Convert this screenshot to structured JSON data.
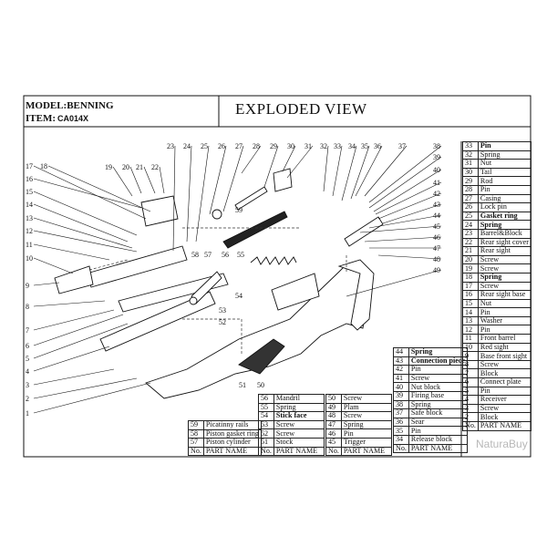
{
  "header": {
    "model_label": "MODEL:BENNING",
    "item_label": "ITEM:",
    "item_code": "CA014X",
    "title": "EXPLODED VIEW"
  },
  "left_callouts": [
    "17",
    "18",
    "16",
    "15",
    "14",
    "13",
    "12",
    "11",
    "10",
    "9",
    "8",
    "7",
    "6",
    "5",
    "4",
    "3",
    "2",
    "1"
  ],
  "top_callouts": [
    "19",
    "20",
    "21",
    "22",
    "23",
    "24",
    "25",
    "26",
    "27",
    "28",
    "29",
    "30",
    "31",
    "32",
    "33",
    "34",
    "35",
    "36",
    "37",
    "38"
  ],
  "right_callouts": [
    "39",
    "40",
    "41",
    "42",
    "43",
    "44",
    "45",
    "46",
    "47",
    "48",
    "49"
  ],
  "inner_callouts": [
    "58",
    "57",
    "56",
    "55",
    "54",
    "53",
    "52",
    "51",
    "50",
    "59"
  ],
  "tables": {
    "table_a": [
      {
        "no": "59",
        "name": "Picatinny rails"
      },
      {
        "no": "58",
        "name": "Piston gasket ring"
      },
      {
        "no": "57",
        "name": "Piston cylinder"
      },
      {
        "no": "No.",
        "name": "PART NAME"
      }
    ],
    "table_b": [
      {
        "no": "56",
        "name": "Mandril"
      },
      {
        "no": "55",
        "name": "Spring"
      },
      {
        "no": "54",
        "name": "Stick face",
        "bold": true
      },
      {
        "no": "53",
        "name": "Screw"
      },
      {
        "no": "52",
        "name": "Screw"
      },
      {
        "no": "51",
        "name": "Stock"
      },
      {
        "no": "No.",
        "name": "PART NAME"
      }
    ],
    "table_c": [
      {
        "no": "50",
        "name": "Screw"
      },
      {
        "no": "49",
        "name": "Plam"
      },
      {
        "no": "48",
        "name": "Screw"
      },
      {
        "no": "47",
        "name": "Spring"
      },
      {
        "no": "46",
        "name": "Pin"
      },
      {
        "no": "45",
        "name": "Trigger"
      },
      {
        "no": "No.",
        "name": "PART NAME"
      }
    ],
    "table_d": [
      {
        "no": "44",
        "name": "Spring",
        "bold": true
      },
      {
        "no": "43",
        "name": "Connection piece",
        "bold": true
      },
      {
        "no": "42",
        "name": "Pin"
      },
      {
        "no": "41",
        "name": "Screw"
      },
      {
        "no": "40",
        "name": "Nut block"
      },
      {
        "no": "39",
        "name": "Firing base"
      },
      {
        "no": "38",
        "name": "Spring"
      },
      {
        "no": "37",
        "name": "Safe block"
      },
      {
        "no": "36",
        "name": "Sear"
      },
      {
        "no": "35",
        "name": "Pin"
      },
      {
        "no": "34",
        "name": "Release block"
      },
      {
        "no": "No.",
        "name": "PART NAME"
      }
    ],
    "table_e": [
      {
        "no": "33",
        "name": "Pin",
        "bold": true
      },
      {
        "no": "32",
        "name": "Spring"
      },
      {
        "no": "31",
        "name": "Nut"
      },
      {
        "no": "30",
        "name": "Tail"
      },
      {
        "no": "29",
        "name": "Rod"
      },
      {
        "no": "28",
        "name": "Pin"
      },
      {
        "no": "27",
        "name": "Casing"
      },
      {
        "no": "26",
        "name": "Lock pin"
      },
      {
        "no": "25",
        "name": "Gasket ring",
        "bold": true
      },
      {
        "no": "24",
        "name": "Spring",
        "bold": true
      },
      {
        "no": "23",
        "name": "Barrel&Block"
      },
      {
        "no": "22",
        "name": "Rear sight cover"
      },
      {
        "no": "21",
        "name": "Rear sight"
      },
      {
        "no": "20",
        "name": "Screw"
      },
      {
        "no": "19",
        "name": "Screw"
      },
      {
        "no": "18",
        "name": "Spring",
        "bold": true
      },
      {
        "no": "17",
        "name": "Screw"
      },
      {
        "no": "16",
        "name": "Rear sight base"
      },
      {
        "no": "15",
        "name": "Nut"
      },
      {
        "no": "14",
        "name": "Pin"
      },
      {
        "no": "13",
        "name": "Washer"
      },
      {
        "no": "12",
        "name": "Pin"
      },
      {
        "no": "11",
        "name": "Front barrel"
      },
      {
        "no": "10",
        "name": "Red sight"
      },
      {
        "no": "9",
        "name": "Base front sight"
      },
      {
        "no": "8",
        "name": "Screw"
      },
      {
        "no": "7",
        "name": "Block"
      },
      {
        "no": "6",
        "name": "Connect plate"
      },
      {
        "no": "5",
        "name": "Pin"
      },
      {
        "no": "4",
        "name": "Receiver"
      },
      {
        "no": "3",
        "name": "Screw"
      },
      {
        "no": "2",
        "name": "Block"
      },
      {
        "no": "No.",
        "name": "PART NAME"
      }
    ]
  },
  "watermark": "NaturaBuy",
  "colors": {
    "ink": "#111111",
    "paper": "#ffffff",
    "watermark": "#b8b8b8"
  }
}
